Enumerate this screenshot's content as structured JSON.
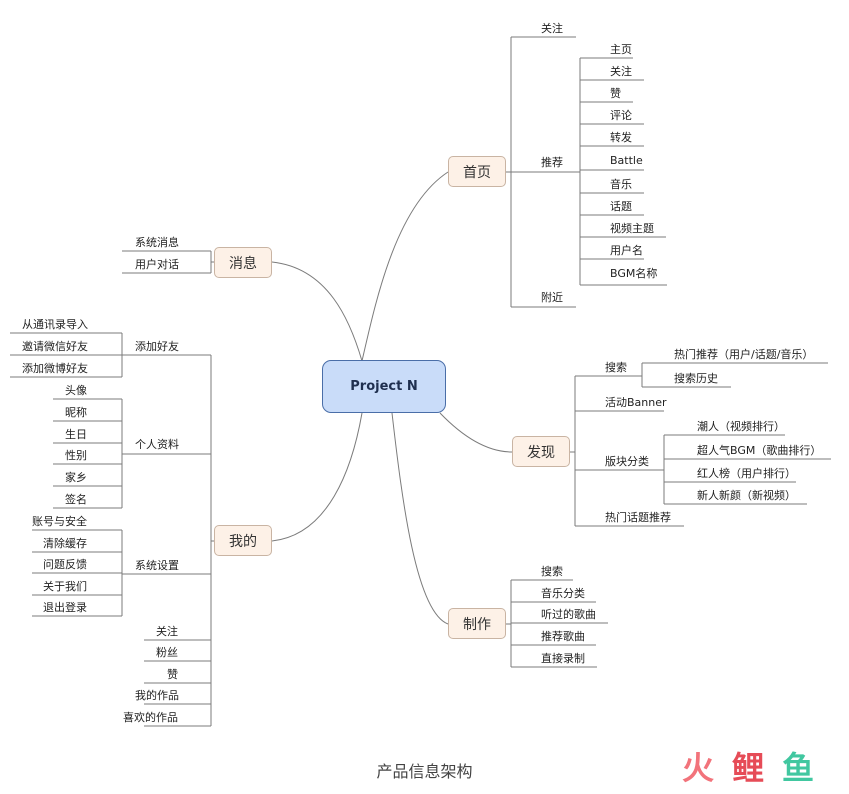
{
  "root": "Project N",
  "branches": {
    "home": {
      "label": "首页",
      "follow": "关注",
      "recommend": "推荐",
      "recommend_items": [
        "主页",
        "关注",
        "赞",
        "评论",
        "转发",
        "Battle",
        "音乐",
        "话题",
        "视频主题",
        "用户名",
        "BGM名称"
      ],
      "nearby": "附近"
    },
    "message": {
      "label": "消息",
      "items": [
        "系统消息",
        "用户对话"
      ]
    },
    "mine": {
      "label": "我的",
      "add_friends": "添加好友",
      "add_friends_items": [
        "从通讯录导入",
        "邀请微信好友",
        "添加微博好友"
      ],
      "profile": "个人资料",
      "profile_items": [
        "头像",
        "昵称",
        "生日",
        "性别",
        "家乡",
        "签名"
      ],
      "settings": "系统设置",
      "settings_items": [
        "账号与安全",
        "清除缓存",
        "问题反馈",
        "关于我们",
        "退出登录"
      ],
      "others": [
        "关注",
        "粉丝",
        "赞",
        "我的作品",
        "喜欢的作品"
      ]
    },
    "discover": {
      "label": "发现",
      "search": "搜索",
      "search_items": [
        "热门推荐（用户/话题/音乐）",
        "搜索历史"
      ],
      "banner": "活动Banner",
      "blocks": "版块分类",
      "block_items": [
        "潮人（视频排行）",
        "超人气BGM（歌曲排行）",
        "红人榜（用户排行）",
        "新人新颜（新视频）"
      ],
      "hot_topics": "热门话题推荐"
    },
    "create": {
      "label": "制作",
      "items": [
        "搜索",
        "音乐分类",
        "听过的歌曲",
        "推荐歌曲",
        "直接录制"
      ]
    }
  },
  "caption": "产品信息架构",
  "watermark": [
    "火",
    "鲤",
    "鱼"
  ],
  "colors": {
    "line": "#7b7b7b",
    "branch_fill": "#fdf1e7",
    "root_fill": "#c9dcf9",
    "root_border": "#4a6ea8"
  }
}
